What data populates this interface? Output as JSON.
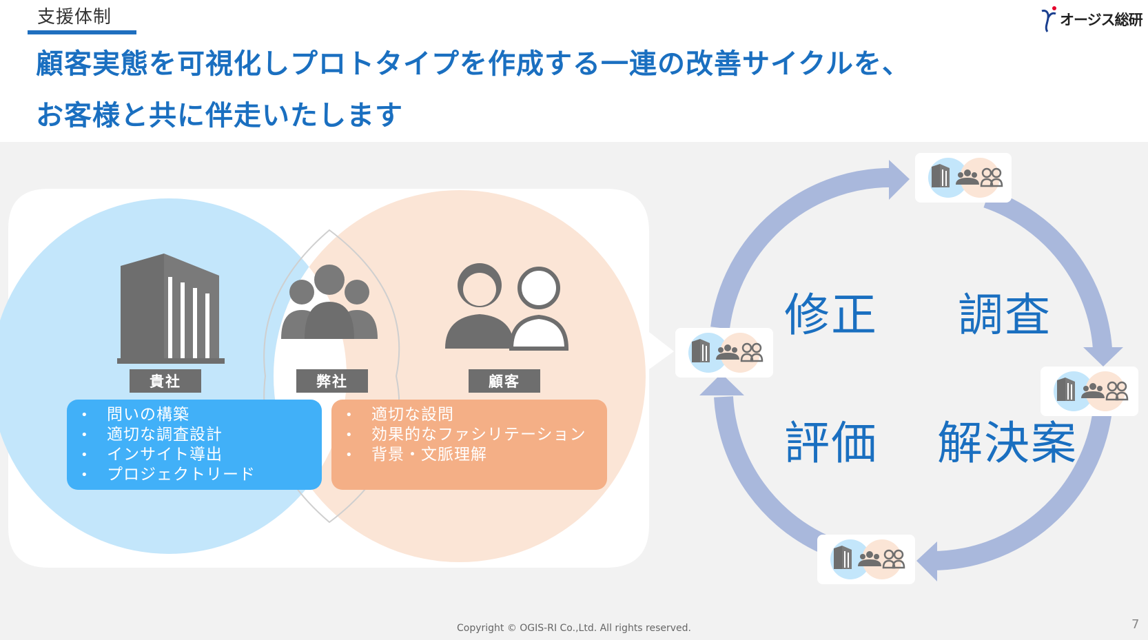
{
  "header": {
    "section": "支援体制",
    "logo_text": "オージス総研",
    "headline_line1": "顧客実態を可視化しプロトタイプを作成する一連の改善サイクルを、",
    "headline_line2": "お客様と共に伴走いたします"
  },
  "venn": {
    "labels": {
      "client_company": "貴社",
      "our_company": "弊社",
      "customer": "顧客"
    },
    "client_items": [
      "問いの構築",
      "適切な調査設計",
      "インサイト導出",
      "プロジェクトリード"
    ],
    "customer_items": [
      "適切な設問",
      "効果的なファシリテーション",
      "背景・文脈理解"
    ],
    "colors": {
      "client_circle": "#c3e6fb",
      "customer_circle": "#fbe5d6",
      "client_box": "#41b0f8",
      "customer_box": "#f4af86",
      "label_bg": "#6e6e6e"
    }
  },
  "cycle": {
    "steps": {
      "modify": "修正",
      "research": "調査",
      "evaluate": "評価",
      "solution": "解決案"
    },
    "arrow_color": "#a9b8dc"
  },
  "footer": {
    "copyright": "Copyright © OGIS-RI Co.,Ltd. All rights reserved.",
    "page_number": "7"
  },
  "theme": {
    "accent": "#1a6fc0",
    "panel_bg": "#f2f2f2"
  }
}
